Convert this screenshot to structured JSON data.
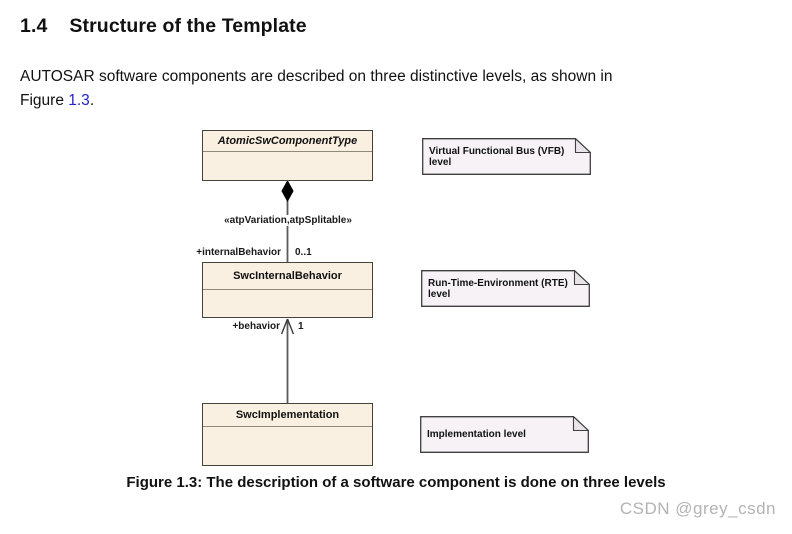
{
  "page": {
    "heading": {
      "number": "1.4",
      "title": "Structure of the Template"
    },
    "paragraph": {
      "line1": "AUTOSAR software components are described on three distinctive levels, as shown in",
      "line2_prefix": "Figure ",
      "link": "1.3",
      "line2_suffix": "."
    },
    "caption": "Figure 1.3: The description of a software component is done on three levels",
    "watermark": "CSDN @grey_csdn"
  },
  "diagram": {
    "classes": [
      {
        "name": "AtomicSwComponentType",
        "abstract": true
      },
      {
        "name": "SwcInternalBehavior",
        "abstract": false
      },
      {
        "name": "SwcImplementation",
        "abstract": false
      }
    ],
    "notes": [
      {
        "text": "Virtual Functional Bus (VFB) level"
      },
      {
        "text": "Run-Time-Environment (RTE) level"
      },
      {
        "text": "Implementation level"
      }
    ],
    "edges": {
      "composition": {
        "stereotype": "«atpVariation,atpSplitable»",
        "role": "+internalBehavior",
        "multiplicity": "0..1"
      },
      "association": {
        "role": "+behavior",
        "multiplicity": "1"
      }
    },
    "colors": {
      "class_fill": "#faf0e1",
      "class_border": "#44443a",
      "note_fill": "#f6f2f6",
      "note_fold": "#e9e4ea",
      "line": "#5a5a5a",
      "link_blue": "#2222cc",
      "watermark_gray": "#b3b3b3"
    }
  }
}
